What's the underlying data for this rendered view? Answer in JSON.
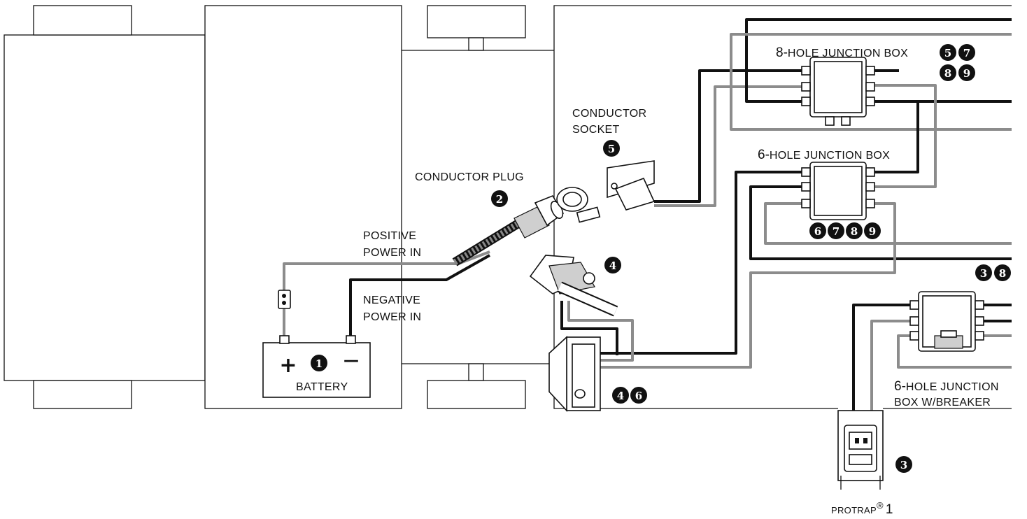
{
  "labels": {
    "conductor_plug": "CONDUCTOR PLUG",
    "conductor_socket_1": "CONDUCTOR",
    "conductor_socket_2": "SOCKET",
    "positive_power_1": "POSITIVE",
    "positive_power_2": "POWER IN",
    "negative_power_1": "NEGATIVE",
    "negative_power_2": "POWER IN",
    "battery": "BATTERY",
    "battery_plus": "+",
    "battery_minus": "—",
    "jb8_prefix": "8-",
    "jb8_rest": "HOLE JUNCTION BOX",
    "jb6_prefix": "6-",
    "jb6_rest": "HOLE JUNCTION BOX",
    "jb6b_prefix_1": "6-",
    "jb6b_rest_1": "HOLE JUNCTION",
    "jb6b_line_2": "BOX W/BREAKER",
    "protrap_main": "PROTRAP",
    "protrap_reg": "®",
    "protrap_num": "1"
  },
  "badges": {
    "battery": [
      "1"
    ],
    "conductor_plug": [
      "2"
    ],
    "conductor_socket": [
      "5"
    ],
    "jb8_row1": [
      "5",
      "7"
    ],
    "jb8_row2": [
      "8",
      "9"
    ],
    "jb6": [
      "6",
      "7",
      "8",
      "9"
    ],
    "jb6_breaker": [
      "3",
      "8"
    ],
    "switch_upper": [
      "4"
    ],
    "switch_lower": [
      "4",
      "6"
    ],
    "protrap": [
      "3"
    ]
  },
  "colors": {
    "positive_wire": "#8c8c8c",
    "negative_wire": "#111111",
    "badge_fill": "#111111"
  }
}
